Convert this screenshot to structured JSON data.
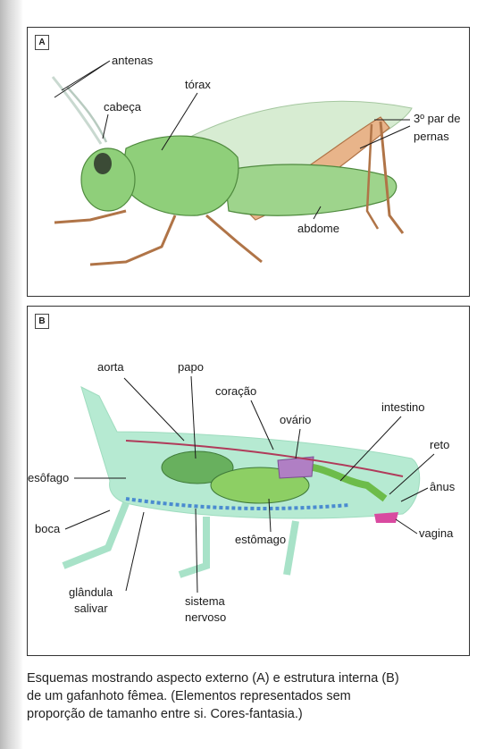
{
  "panel_a": {
    "tag": "A",
    "labels": {
      "antennae": "antenas",
      "head": "cabeça",
      "thorax": "tórax",
      "third_legs_line1": "3º par de",
      "third_legs_line2": "pernas",
      "abdomen": "abdome"
    }
  },
  "panel_b": {
    "tag": "B",
    "labels": {
      "aorta": "aorta",
      "crop": "papo",
      "heart": "coração",
      "ovary": "ovário",
      "intestine": "intestino",
      "rectum": "reto",
      "anus": "ânus",
      "esophagus": "esôfago",
      "mouth": "boca",
      "vagina": "vagina",
      "stomach": "estômago",
      "salivary_gland_line1": "glândula",
      "salivary_gland_line2": "salivar",
      "nervous_system_line1": "sistema",
      "nervous_system_line2": "nervoso"
    }
  },
  "caption": {
    "line1": "Esquemas mostrando aspecto externo (A) e estrutura interna (B)",
    "line2": "de um gafanhoto fêmea. (Elementos representados sem",
    "line3": "proporção de tamanho entre si. Cores-fantasia.)"
  }
}
